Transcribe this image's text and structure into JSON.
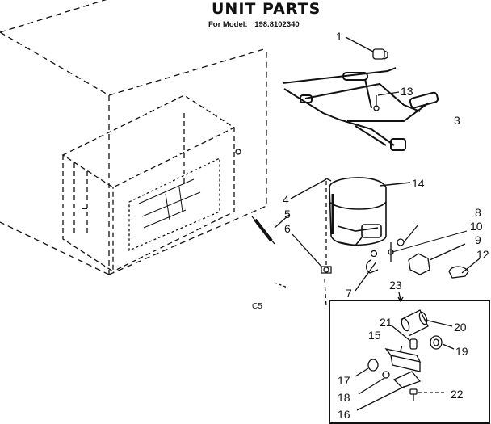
{
  "header": {
    "title": "UNIT PARTS",
    "model_label": "For Model:",
    "model_number": "198.8102340"
  },
  "callouts": {
    "p1": "1",
    "p3": "3",
    "p4": "4",
    "p5": "5",
    "p6": "6",
    "p7": "7",
    "p8": "8",
    "p9": "9",
    "p10": "10",
    "p12": "12",
    "p13": "13",
    "p14": "14",
    "p15": "15",
    "p16": "16",
    "p17": "17",
    "p18": "18",
    "p19": "19",
    "p20": "20",
    "p21": "21",
    "p22": "22",
    "p23": "23"
  },
  "code": "C5"
}
